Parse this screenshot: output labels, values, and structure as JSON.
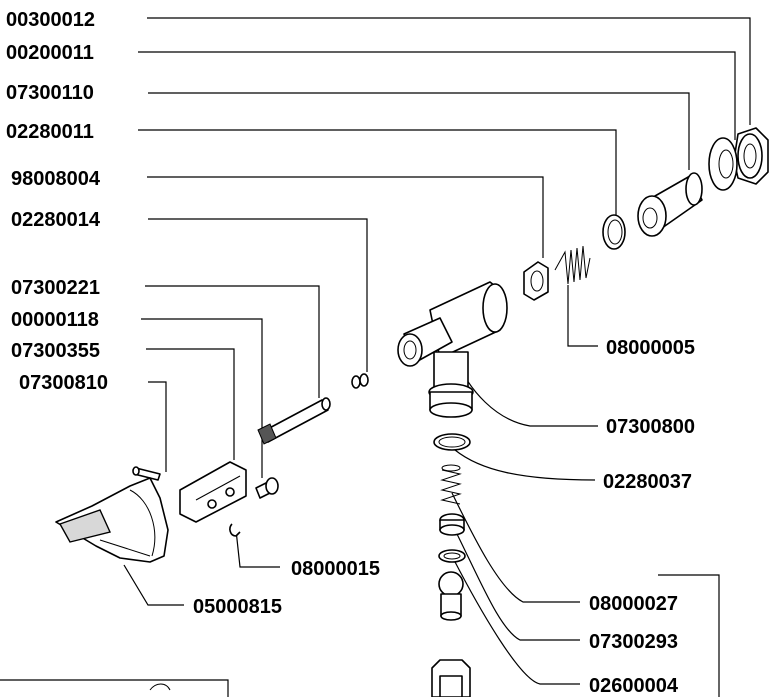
{
  "labels": {
    "p00300012": "00300012",
    "p00200011": "00200011",
    "p07300110": "07300110",
    "p02280011": "02280011",
    "p98008004": "98008004",
    "p02280014": "02280014",
    "p07300221": "07300221",
    "p00000118": "00000118",
    "p07300355": "07300355",
    "p07300810": "07300810",
    "p08000005": "08000005",
    "p07300800": "07300800",
    "p02280037": "02280037",
    "p08000015": "08000015",
    "p05000815": "05000815",
    "p08000027": "08000027",
    "p07300293": "07300293",
    "p02600004": "02600004"
  }
}
